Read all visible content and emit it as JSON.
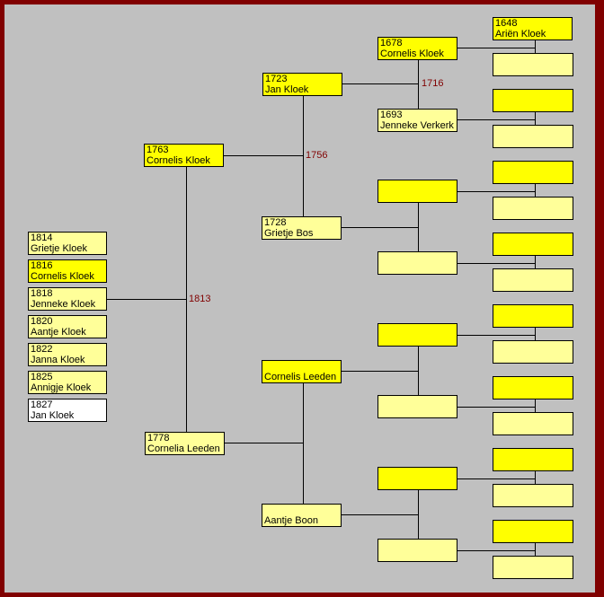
{
  "colors": {
    "male": "#ffff00",
    "female": "#ffff99",
    "selected": "#ffffff",
    "border": "#800000",
    "marriage_text": "#800000"
  },
  "children": [
    {
      "year": "1814",
      "name": "Grietje Kloek",
      "sex": "f"
    },
    {
      "year": "1816",
      "name": "Cornelis Kloek",
      "sex": "m"
    },
    {
      "year": "1818",
      "name": "Jenneke Kloek",
      "sex": "f"
    },
    {
      "year": "1820",
      "name": "Aantje Kloek",
      "sex": "f"
    },
    {
      "year": "1822",
      "name": "Janna Kloek",
      "sex": "f"
    },
    {
      "year": "1825",
      "name": "Annigje Kloek",
      "sex": "f"
    },
    {
      "year": "1827",
      "name": "Jan Kloek",
      "sex": "w"
    }
  ],
  "ancestors": {
    "p1": {
      "year": "1763",
      "name": "Cornelis Kloek"
    },
    "p2": {
      "year": "1778",
      "name": "Cornelia Leeden"
    },
    "p3": {
      "year": "1723",
      "name": "Jan Kloek"
    },
    "p4": {
      "year": "1728",
      "name": "Grietje Bos"
    },
    "p5": {
      "year": "",
      "name": "Cornelis Leeden"
    },
    "p6": {
      "year": "",
      "name": "Aantje Boon"
    },
    "p7": {
      "year": "1678",
      "name": "Cornelis Kloek"
    },
    "p8": {
      "year": "1693",
      "name": "Jenneke Verkerk"
    },
    "p15": {
      "year": "1648",
      "name": "Ariën Kloek"
    }
  },
  "marriages": {
    "m1": "1813",
    "m2": "1756",
    "m3": "1716"
  }
}
